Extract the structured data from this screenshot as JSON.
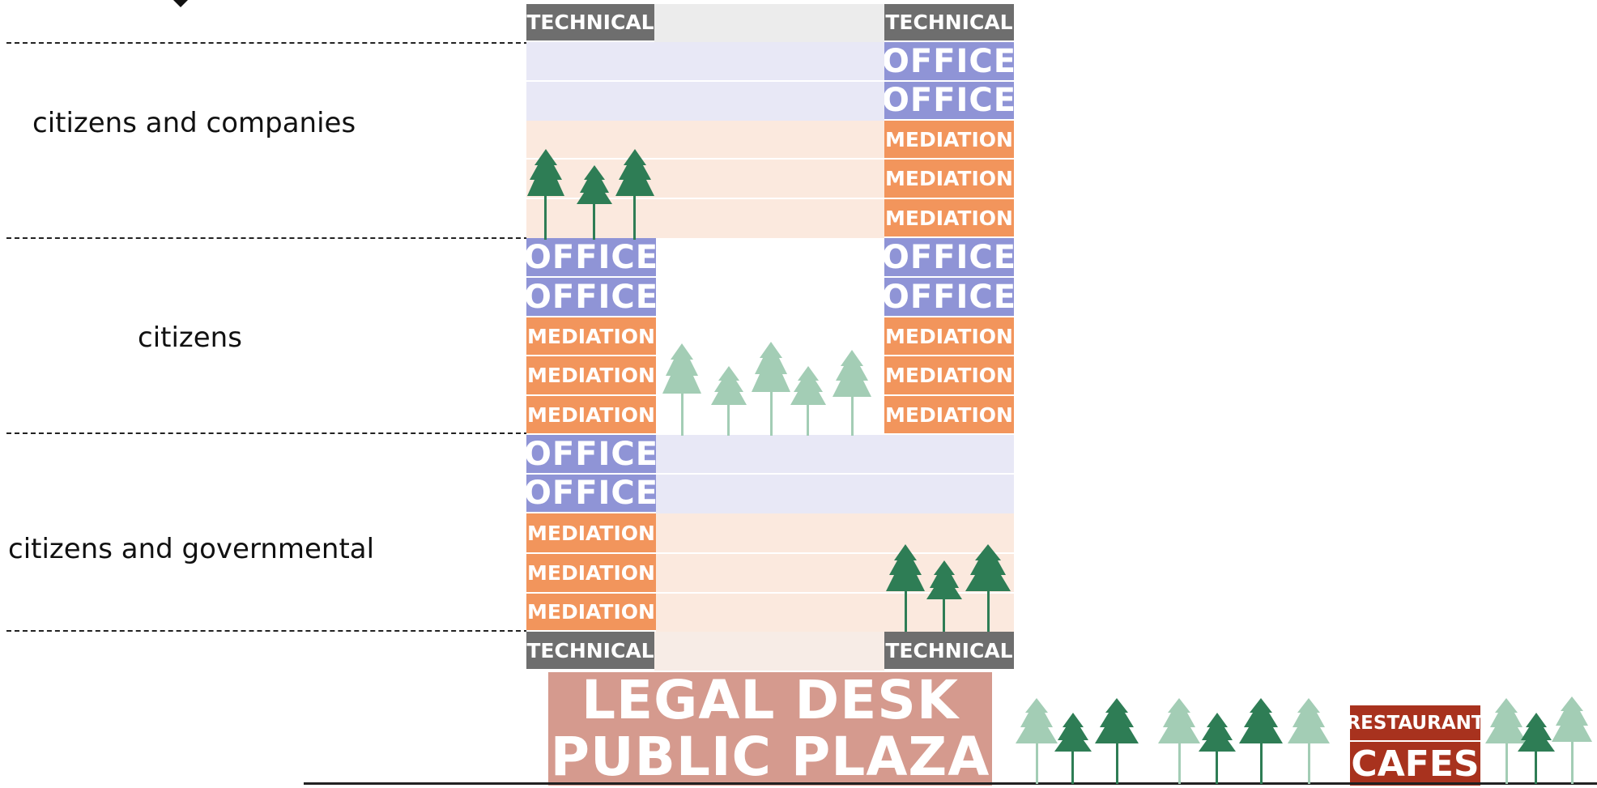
{
  "zones": {
    "companies": "citizens and companies",
    "citizens": "citizens",
    "governmental": "citizens and governmental"
  },
  "labels": {
    "technical": "TECHNICAL",
    "office": "OFFICE",
    "mediation": "MEDIATION",
    "legal_desk": "LEGAL DESK",
    "public_plaza": "PUBLIC PLAZA",
    "restaurant": "RESTAURANT",
    "cafes": "CAFES"
  },
  "colors": {
    "technical": "#6e6e6e",
    "office": "#8f94d6",
    "mediation": "#f2955c",
    "legal": "#d59a8e",
    "restaurant": "#a8321e",
    "tree_dark": "#2e7d55",
    "tree_light": "#a3cdb5"
  }
}
